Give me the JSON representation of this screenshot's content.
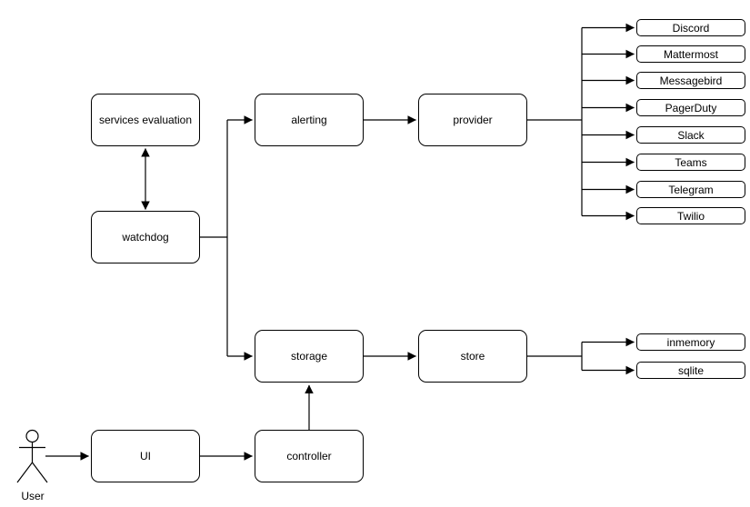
{
  "diagram": {
    "background_color": "#ffffff",
    "stroke_color": "#000000",
    "node_fill_color": "#ffffff",
    "text_color": "#000000",
    "nodes": {
      "services_evaluation": {
        "label": "services evaluation"
      },
      "watchdog": {
        "label": "watchdog"
      },
      "alerting": {
        "label": "alerting"
      },
      "provider": {
        "label": "provider"
      },
      "storage": {
        "label": "storage"
      },
      "store": {
        "label": "store"
      },
      "ui": {
        "label": "UI"
      },
      "controller": {
        "label": "controller"
      }
    },
    "providers": [
      "Discord",
      "Mattermost",
      "Messagebird",
      "PagerDuty",
      "Slack",
      "Teams",
      "Telegram",
      "Twilio"
    ],
    "stores": [
      "inmemory",
      "sqlite"
    ],
    "actor": {
      "label": "User"
    }
  }
}
